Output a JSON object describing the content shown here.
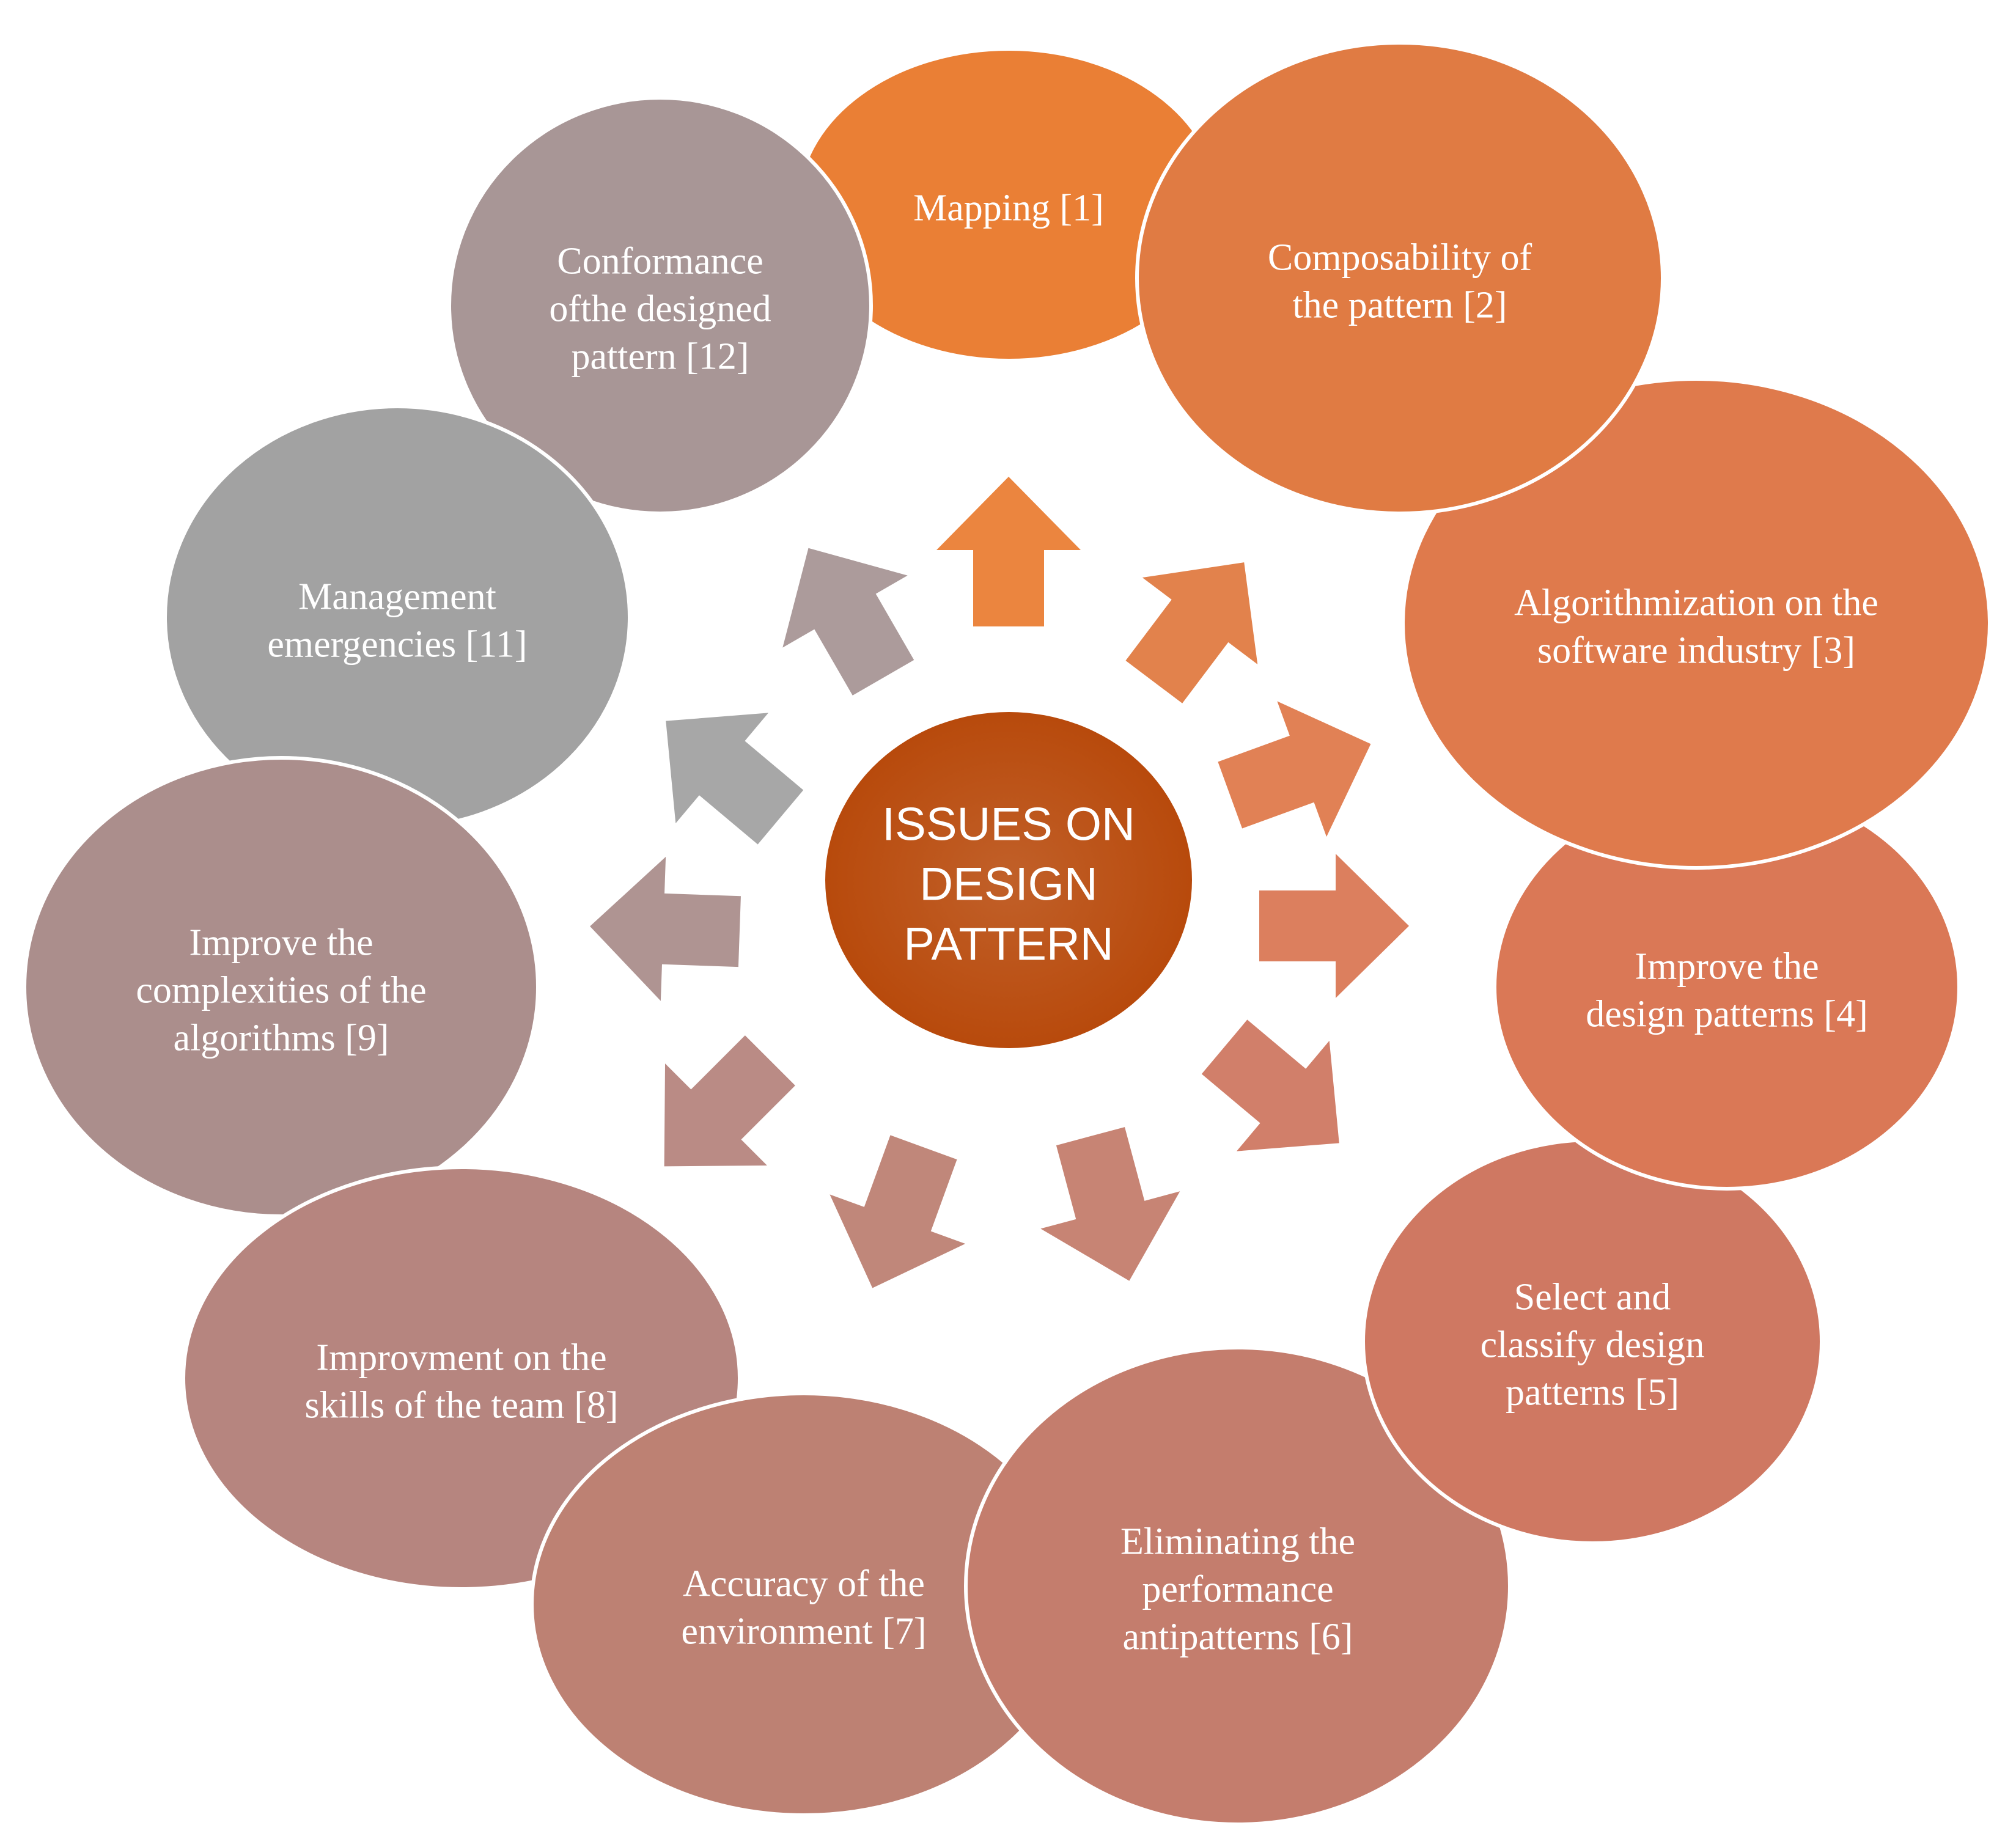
{
  "diagram": {
    "center": {
      "lines": [
        "ISSUES ON",
        "DESIGN",
        "PATTERN"
      ],
      "color": "#b84a0c"
    },
    "nodes": [
      {
        "id": "1",
        "lines": [
          "Mapping [1]"
        ],
        "color": "#ea7f35"
      },
      {
        "id": "2",
        "lines": [
          "Composability of",
          "the pattern [2]"
        ],
        "color": "#e07b43"
      },
      {
        "id": "3",
        "lines": [
          "Algorithmization  on the",
          "software industry [3]"
        ],
        "color": "#df7a4c"
      },
      {
        "id": "4",
        "lines": [
          "Improve the",
          "design patterns [4]"
        ],
        "color": "#da7856"
      },
      {
        "id": "5",
        "lines": [
          "Select and",
          "classify design",
          "patterns [5]"
        ],
        "color": "#cf7862"
      },
      {
        "id": "6",
        "lines": [
          "Eliminating  the",
          "performance",
          "antipatterns [6]"
        ],
        "color": "#c47d6d"
      },
      {
        "id": "7",
        "lines": [
          "Accuracy of the",
          "environment  [7]"
        ],
        "color": "#bd8173"
      },
      {
        "id": "8",
        "lines": [
          "Improvment on the",
          "skills  of the team [8]"
        ],
        "color": "#b6857f"
      },
      {
        "id": "9",
        "lines": [
          "Improve the",
          "complexities  of the",
          "algorithms  [9]"
        ],
        "color": "#ab8e8c"
      },
      {
        "id": "11",
        "lines": [
          "Management",
          "emergencies  [11]"
        ],
        "color": "#a2a2a2"
      },
      {
        "id": "12",
        "lines": [
          "Conformance",
          "ofthe designed",
          "pattern [12]"
        ],
        "color": "#a89696"
      }
    ]
  }
}
